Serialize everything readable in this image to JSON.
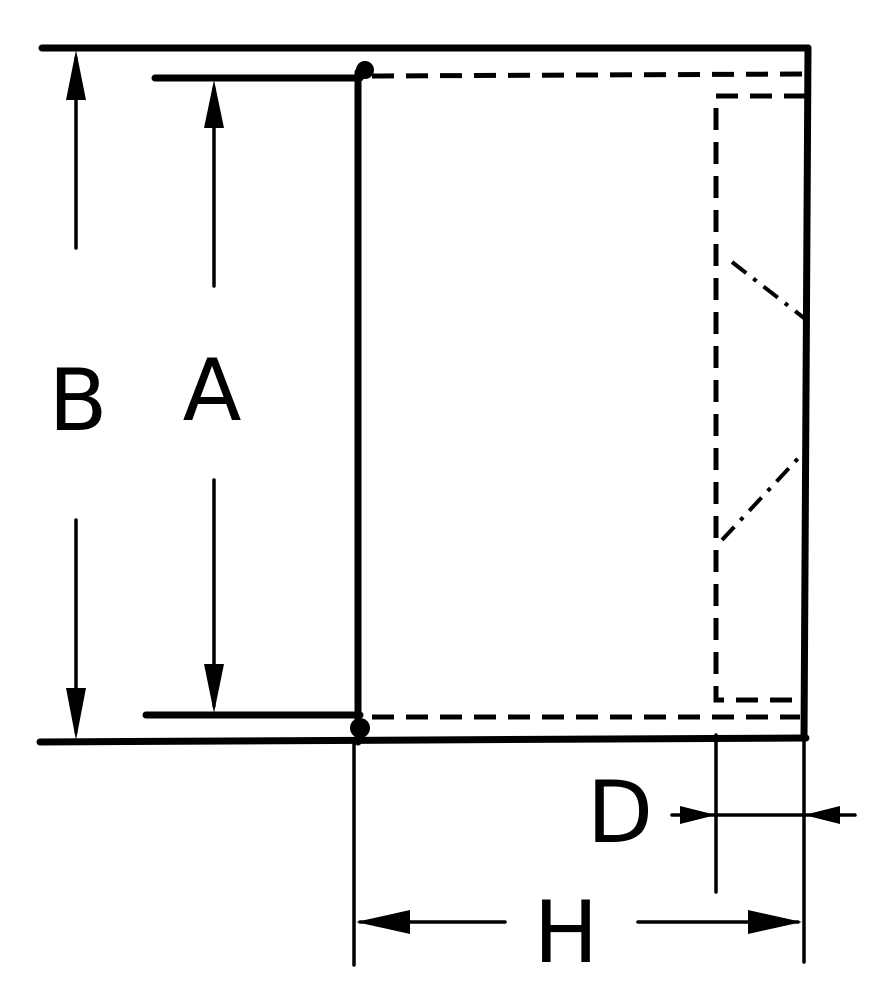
{
  "labels": {
    "b": "B",
    "a": "A",
    "d": "D",
    "h": "H"
  }
}
